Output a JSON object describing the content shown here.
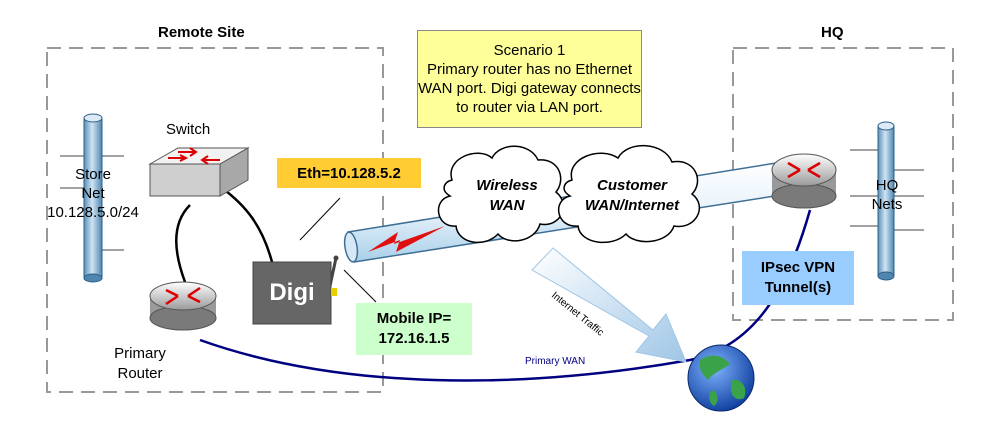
{
  "regions": {
    "remote_title": "Remote Site",
    "hq_title": "HQ"
  },
  "scenario": {
    "line1": "Scenario 1",
    "line2": "Primary router has no Ethernet",
    "line3": "WAN port. Digi gateway connects",
    "line4": "to router via LAN port."
  },
  "remote": {
    "switch_label": "Switch",
    "store_net_line1": "Store",
    "store_net_line2": "Net",
    "store_net_line3": "10.128.5.0/24",
    "primary_router_line1": "Primary",
    "primary_router_line2": "Router",
    "eth_label": "Eth=10.128.5.2",
    "digi_label": "Digi",
    "mobile_ip_line1": "Mobile IP=",
    "mobile_ip_line2": "172.16.1.5"
  },
  "clouds": {
    "wireless_line1": "Wireless",
    "wireless_line2": "WAN",
    "customer_line1": "Customer",
    "customer_line2": "WAN/Internet"
  },
  "hq": {
    "nets_line1": "HQ",
    "nets_line2": "Nets",
    "ipsec_line1": "IPsec VPN",
    "ipsec_line2": "Tunnel(s)"
  },
  "links": {
    "internet_traffic": "Internet Traffic",
    "primary_wan": "Primary WAN"
  },
  "colors": {
    "scenario_box": "#ffff99",
    "eth_box": "#ffcc33",
    "mobile_box": "#ccffcc",
    "ipsec_box": "#99ccff",
    "primary_wan_line": "#000080",
    "digi_body": "#666666"
  }
}
